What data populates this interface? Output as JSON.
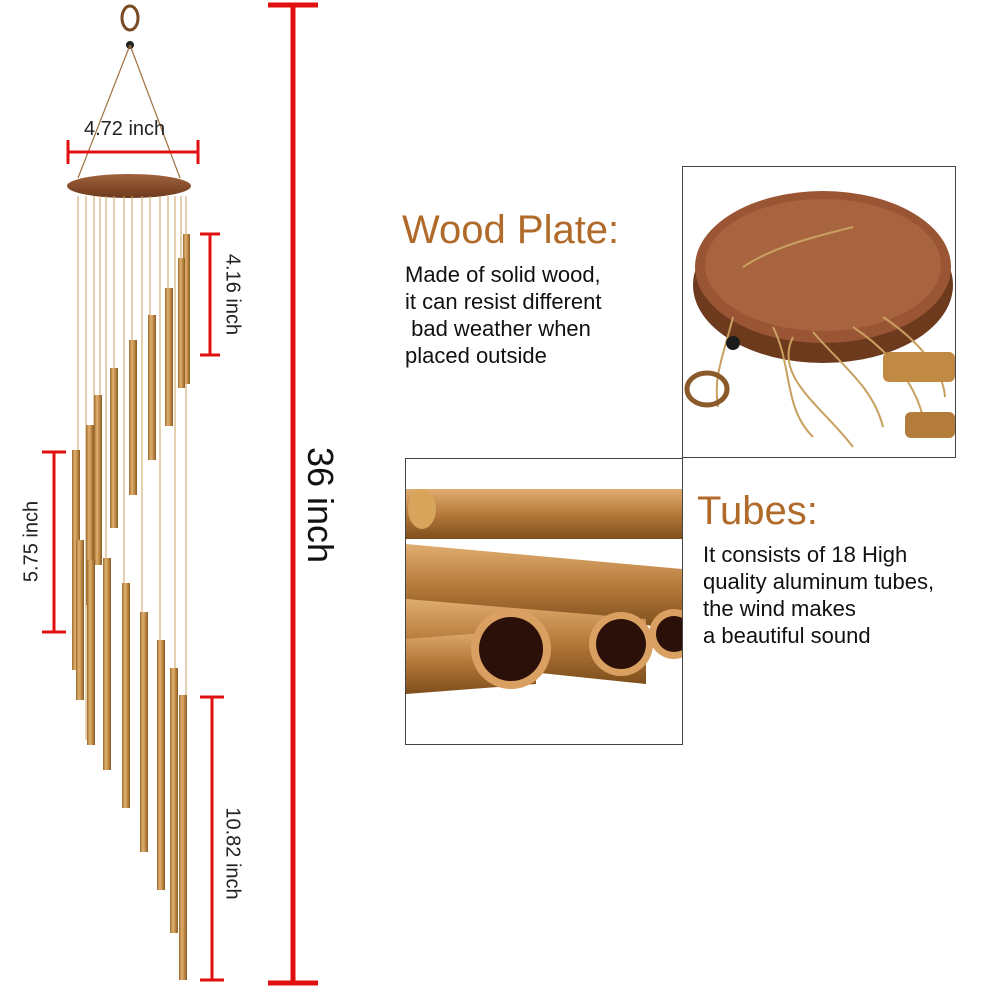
{
  "dimensions": {
    "plate_width": "4.72 inch",
    "top_tube": "4.16 inch",
    "middle_tube": "5.75 inch",
    "bottom_tube": "10.82 inch",
    "total_length": "36 inch"
  },
  "wood_plate": {
    "heading": "Wood Plate:",
    "lines": [
      "Made of solid wood,",
      "it can resist different",
      " bad weather when",
      "placed outside"
    ]
  },
  "tubes": {
    "heading": "Tubes:",
    "lines": [
      "It consists of 18 High",
      "quality aluminum tubes,",
      "the wind makes",
      "a beautiful sound"
    ]
  },
  "colors": {
    "dimension_red": "#e01010",
    "heading_brown": "#b06a2a",
    "tube_gold": "#c8944e",
    "wood_brown": "#8a4e2e"
  }
}
